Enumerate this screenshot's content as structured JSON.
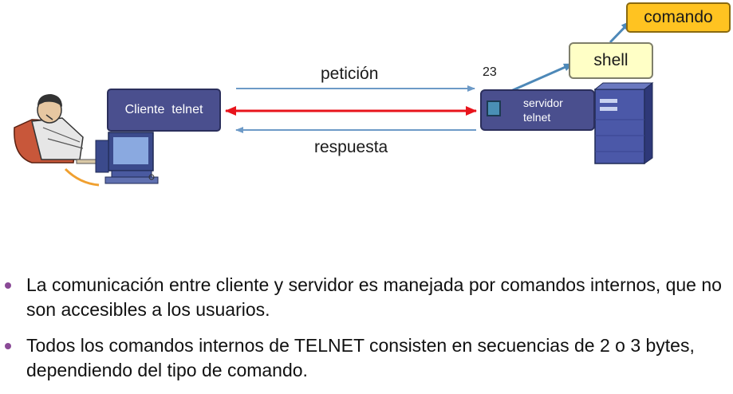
{
  "diagram": {
    "client_label": "Cliente  telnet",
    "server_label": "servidor\ntelnet",
    "port_label": "23",
    "request_label": "petición",
    "response_label": "respuesta",
    "shell_label": "shell",
    "command_label": "comando",
    "colors": {
      "box_fill": "#4a4f8e",
      "request_arrow": "#6d9ac7",
      "response_arrow": "#6d9ac7",
      "bidirectional_arrow": "#e8141c",
      "shell_fill": "#ffffc6",
      "command_fill": "#ffc321"
    }
  },
  "bullets": [
    {
      "text": "La comunicación entre cliente y servidor es manejada por comandos internos, que no son accesibles a los usuarios."
    },
    {
      "text": "Todos los comandos internos de TELNET consisten en secuencias de 2 o 3 bytes, dependiendo del tipo de comando."
    }
  ],
  "icons": {
    "user": "person-at-computer-icon",
    "server": "server-tower-icon"
  }
}
